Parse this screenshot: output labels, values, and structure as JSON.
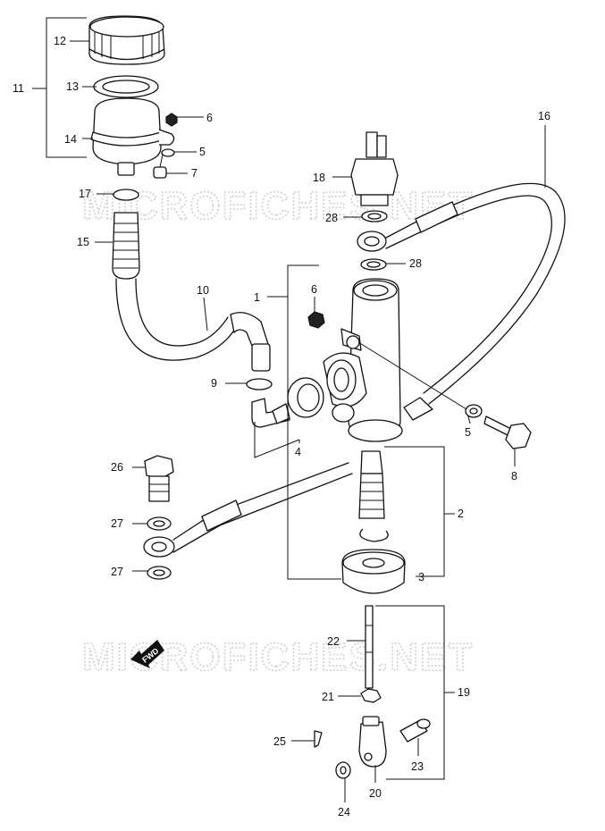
{
  "watermark": {
    "text": "MICROFICHES.NET"
  },
  "fwd_label": "FWD",
  "callouts": [
    {
      "id": "c1",
      "label": "1"
    },
    {
      "id": "c2",
      "label": "2"
    },
    {
      "id": "c3",
      "label": "3"
    },
    {
      "id": "c4",
      "label": "4"
    },
    {
      "id": "c5a",
      "label": "5"
    },
    {
      "id": "c5b",
      "label": "5"
    },
    {
      "id": "c6a",
      "label": "6"
    },
    {
      "id": "c6b",
      "label": "6"
    },
    {
      "id": "c7",
      "label": "7"
    },
    {
      "id": "c8",
      "label": "8"
    },
    {
      "id": "c9",
      "label": "9"
    },
    {
      "id": "c10",
      "label": "10"
    },
    {
      "id": "c11",
      "label": "11"
    },
    {
      "id": "c12",
      "label": "12"
    },
    {
      "id": "c13",
      "label": "13"
    },
    {
      "id": "c14",
      "label": "14"
    },
    {
      "id": "c15",
      "label": "15"
    },
    {
      "id": "c16",
      "label": "16"
    },
    {
      "id": "c17",
      "label": "17"
    },
    {
      "id": "c18",
      "label": "18"
    },
    {
      "id": "c19",
      "label": "19"
    },
    {
      "id": "c20",
      "label": "20"
    },
    {
      "id": "c21",
      "label": "21"
    },
    {
      "id": "c22",
      "label": "22"
    },
    {
      "id": "c23",
      "label": "23"
    },
    {
      "id": "c24",
      "label": "24"
    },
    {
      "id": "c25",
      "label": "25"
    },
    {
      "id": "c26",
      "label": "26"
    },
    {
      "id": "c27a",
      "label": "27"
    },
    {
      "id": "c27b",
      "label": "27"
    },
    {
      "id": "c28a",
      "label": "28"
    },
    {
      "id": "c28b",
      "label": "28"
    }
  ]
}
